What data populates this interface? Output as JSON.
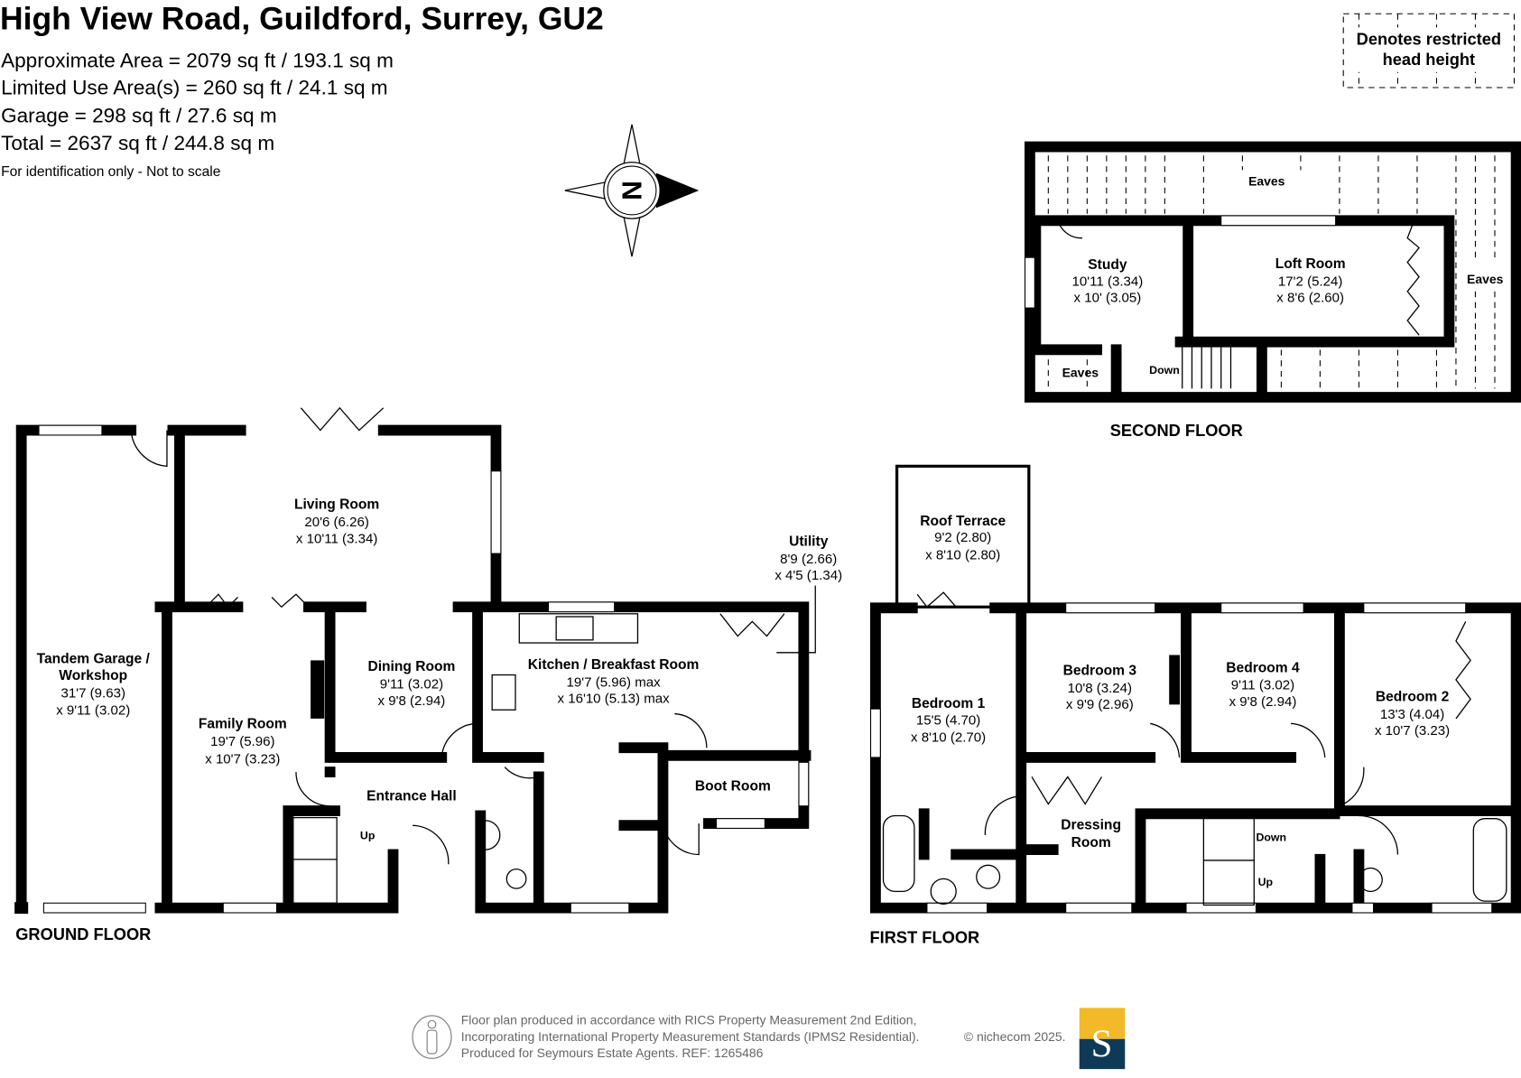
{
  "header": {
    "title": "High View Road, Guildford, Surrey, GU2",
    "areas": [
      "Approximate Area = 2079 sq ft / 193.1 sq m",
      "Limited Use Area(s) = 260 sq ft / 24.1 sq m",
      "Garage = 298 sq ft / 27.6 sq m",
      "Total = 2637 sq ft / 244.8 sq m"
    ],
    "note": "For identification only - Not to scale"
  },
  "compass": {
    "label": "N"
  },
  "legend": {
    "line1": "Denotes restricted",
    "line2": "head height"
  },
  "floors": {
    "ground": "GROUND FLOOR",
    "first": "FIRST FLOOR",
    "second": "SECOND FLOOR"
  },
  "ground_rooms": {
    "garage": {
      "name1": "Tandem Garage /",
      "name2": "Workshop",
      "d1": "31'7 (9.63)",
      "d2": "x 9'11 (3.02)"
    },
    "living": {
      "name": "Living Room",
      "d1": "20'6 (6.26)",
      "d2": "x 10'11 (3.34)"
    },
    "family": {
      "name": "Family Room",
      "d1": "19'7 (5.96)",
      "d2": "x 10'7 (3.23)"
    },
    "dining": {
      "name": "Dining Room",
      "d1": "9'11 (3.02)",
      "d2": "x 9'8 (2.94)"
    },
    "kitchen": {
      "name": "Kitchen / Breakfast Room",
      "d1": "19'7 (5.96) max",
      "d2": "x 16'10 (5.13) max"
    },
    "utility": {
      "name": "Utility",
      "d1": "8'9 (2.66)",
      "d2": "x 4'5 (1.34)"
    },
    "hall": {
      "name": "Entrance Hall"
    },
    "boot": {
      "name": "Boot Room"
    },
    "up": "Up"
  },
  "first_rooms": {
    "terrace": {
      "name": "Roof Terrace",
      "d1": "9'2 (2.80)",
      "d2": "x 8'10 (2.80)"
    },
    "bed1": {
      "name": "Bedroom 1",
      "d1": "15'5 (4.70)",
      "d2": "x 8'10 (2.70)"
    },
    "bed3": {
      "name": "Bedroom 3",
      "d1": "10'8 (3.24)",
      "d2": "x 9'9 (2.96)"
    },
    "bed4": {
      "name": "Bedroom 4",
      "d1": "9'11 (3.02)",
      "d2": "x 9'8 (2.94)"
    },
    "bed2": {
      "name": "Bedroom 2",
      "d1": "13'3 (4.04)",
      "d2": "x 10'7 (3.23)"
    },
    "dressing": {
      "name1": "Dressing",
      "name2": "Room"
    },
    "down": "Down",
    "up": "Up"
  },
  "second_rooms": {
    "study": {
      "name": "Study",
      "d1": "10'11 (3.34)",
      "d2": "x 10' (3.05)"
    },
    "loft": {
      "name": "Loft Room",
      "d1": "17'2 (5.24)",
      "d2": "x 8'6 (2.60)"
    },
    "eaves": "Eaves",
    "down": "Down"
  },
  "footer": {
    "line1": "Floor plan produced in accordance with RICS Property Measurement 2nd Edition,",
    "line2": "Incorporating International Property Measurement Standards (IPMS2 Residential).",
    "copyright": "© nichecom 2025.",
    "line3": "Produced for Seymours Estate Agents.   REF: 1265486",
    "logo_letter": "S",
    "logo_colors": {
      "top": "#F2B928",
      "bottom": "#0E3A57"
    }
  }
}
